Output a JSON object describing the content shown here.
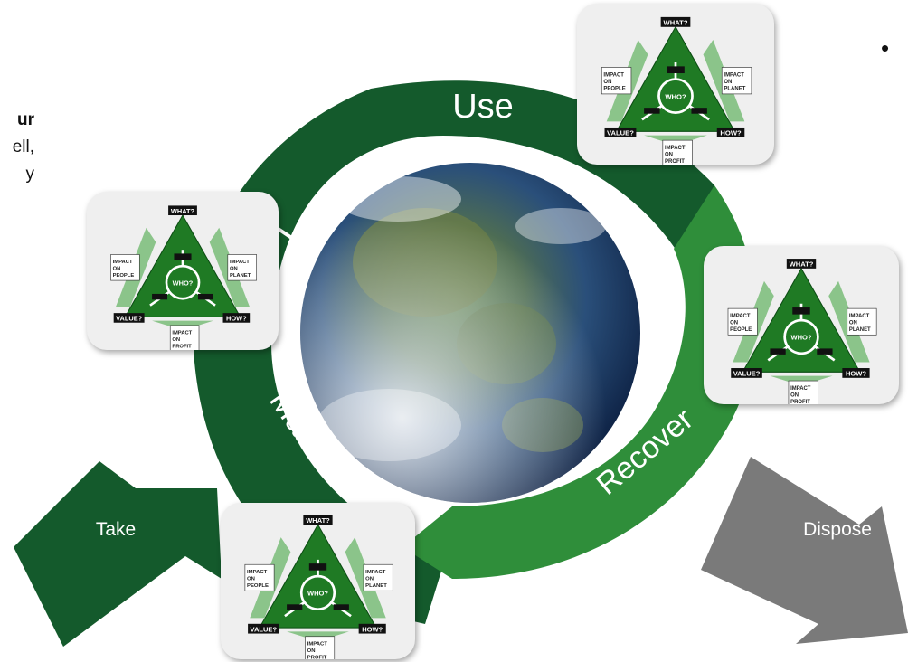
{
  "left_text": {
    "line1": "ur",
    "line2": "ell,",
    "line3": "y"
  },
  "right_bullet": "•",
  "cycle": {
    "stage_use": "Use",
    "stage_make": "Make",
    "stage_recover": "Recover"
  },
  "flow": {
    "take": "Take",
    "dispose": "Dispose"
  },
  "card_labels": {
    "what": "WHAT?",
    "who": "WHO?",
    "value": "VALUE?",
    "how": "HOW?",
    "people": [
      "IMPACT",
      "ON",
      "PEOPLE"
    ],
    "planet": [
      "IMPACT",
      "ON",
      "PLANET"
    ],
    "profit": [
      "IMPACT",
      "ON",
      "PROFIT"
    ]
  },
  "colors": {
    "dark_green": "#145a2c",
    "mid_green": "#2f8e3a",
    "light_green": "#8bc48a",
    "gray_arrow": "#7a7a7a",
    "card_bg": "#efefef"
  }
}
